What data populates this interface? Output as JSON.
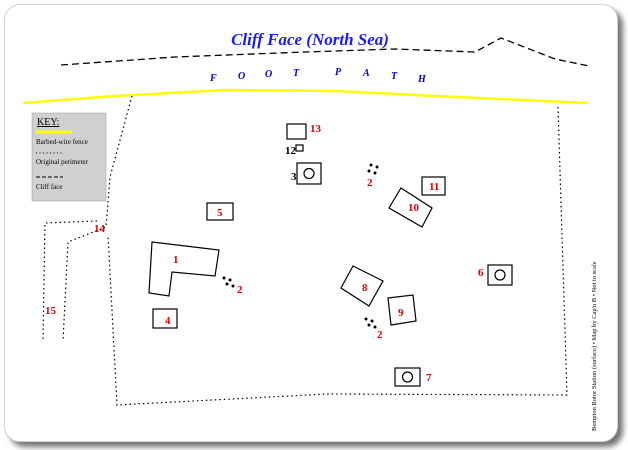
{
  "map": {
    "title": "Cliff Face (North Sea)",
    "footpath_letters": [
      "F",
      "O",
      "O",
      "T",
      "P",
      "A",
      "T",
      "H"
    ],
    "credit": "Bempton Rotor Station (surface) • Map by Cap'n B • Not to scale",
    "colors": {
      "title": "#1a1aff",
      "footpath_line": "#ffff00",
      "footpath_letters": "#0000cc",
      "building_numbers": "#e00000",
      "outline": "#000000",
      "key_background": "#d0d0d0"
    }
  },
  "key": {
    "title": "KEY:",
    "items": [
      {
        "label": "Barbed-wire fence",
        "style": "yellow-line"
      },
      {
        "label": "Original perimeter",
        "style": "dotted"
      },
      {
        "label": "Cliff face",
        "style": "dashed"
      }
    ]
  },
  "features": [
    {
      "id": "1",
      "label": "1",
      "type": "building"
    },
    {
      "id": "2a",
      "label": "2",
      "type": "dots"
    },
    {
      "id": "2b",
      "label": "2",
      "type": "dots"
    },
    {
      "id": "2c",
      "label": "2",
      "type": "dots"
    },
    {
      "id": "3",
      "label": "3",
      "type": "building-circle"
    },
    {
      "id": "4",
      "label": "4",
      "type": "building"
    },
    {
      "id": "5",
      "label": "5",
      "type": "building"
    },
    {
      "id": "6",
      "label": "6",
      "type": "building-circle"
    },
    {
      "id": "7",
      "label": "7",
      "type": "building-circle"
    },
    {
      "id": "8",
      "label": "8",
      "type": "building"
    },
    {
      "id": "9",
      "label": "9",
      "type": "building"
    },
    {
      "id": "10",
      "label": "10",
      "type": "building"
    },
    {
      "id": "11",
      "label": "11",
      "type": "building"
    },
    {
      "id": "12",
      "label": "12",
      "type": "building"
    },
    {
      "id": "13",
      "label": "13",
      "type": "building"
    },
    {
      "id": "14",
      "label": "14",
      "type": "label"
    },
    {
      "id": "15",
      "label": "15",
      "type": "label"
    }
  ]
}
